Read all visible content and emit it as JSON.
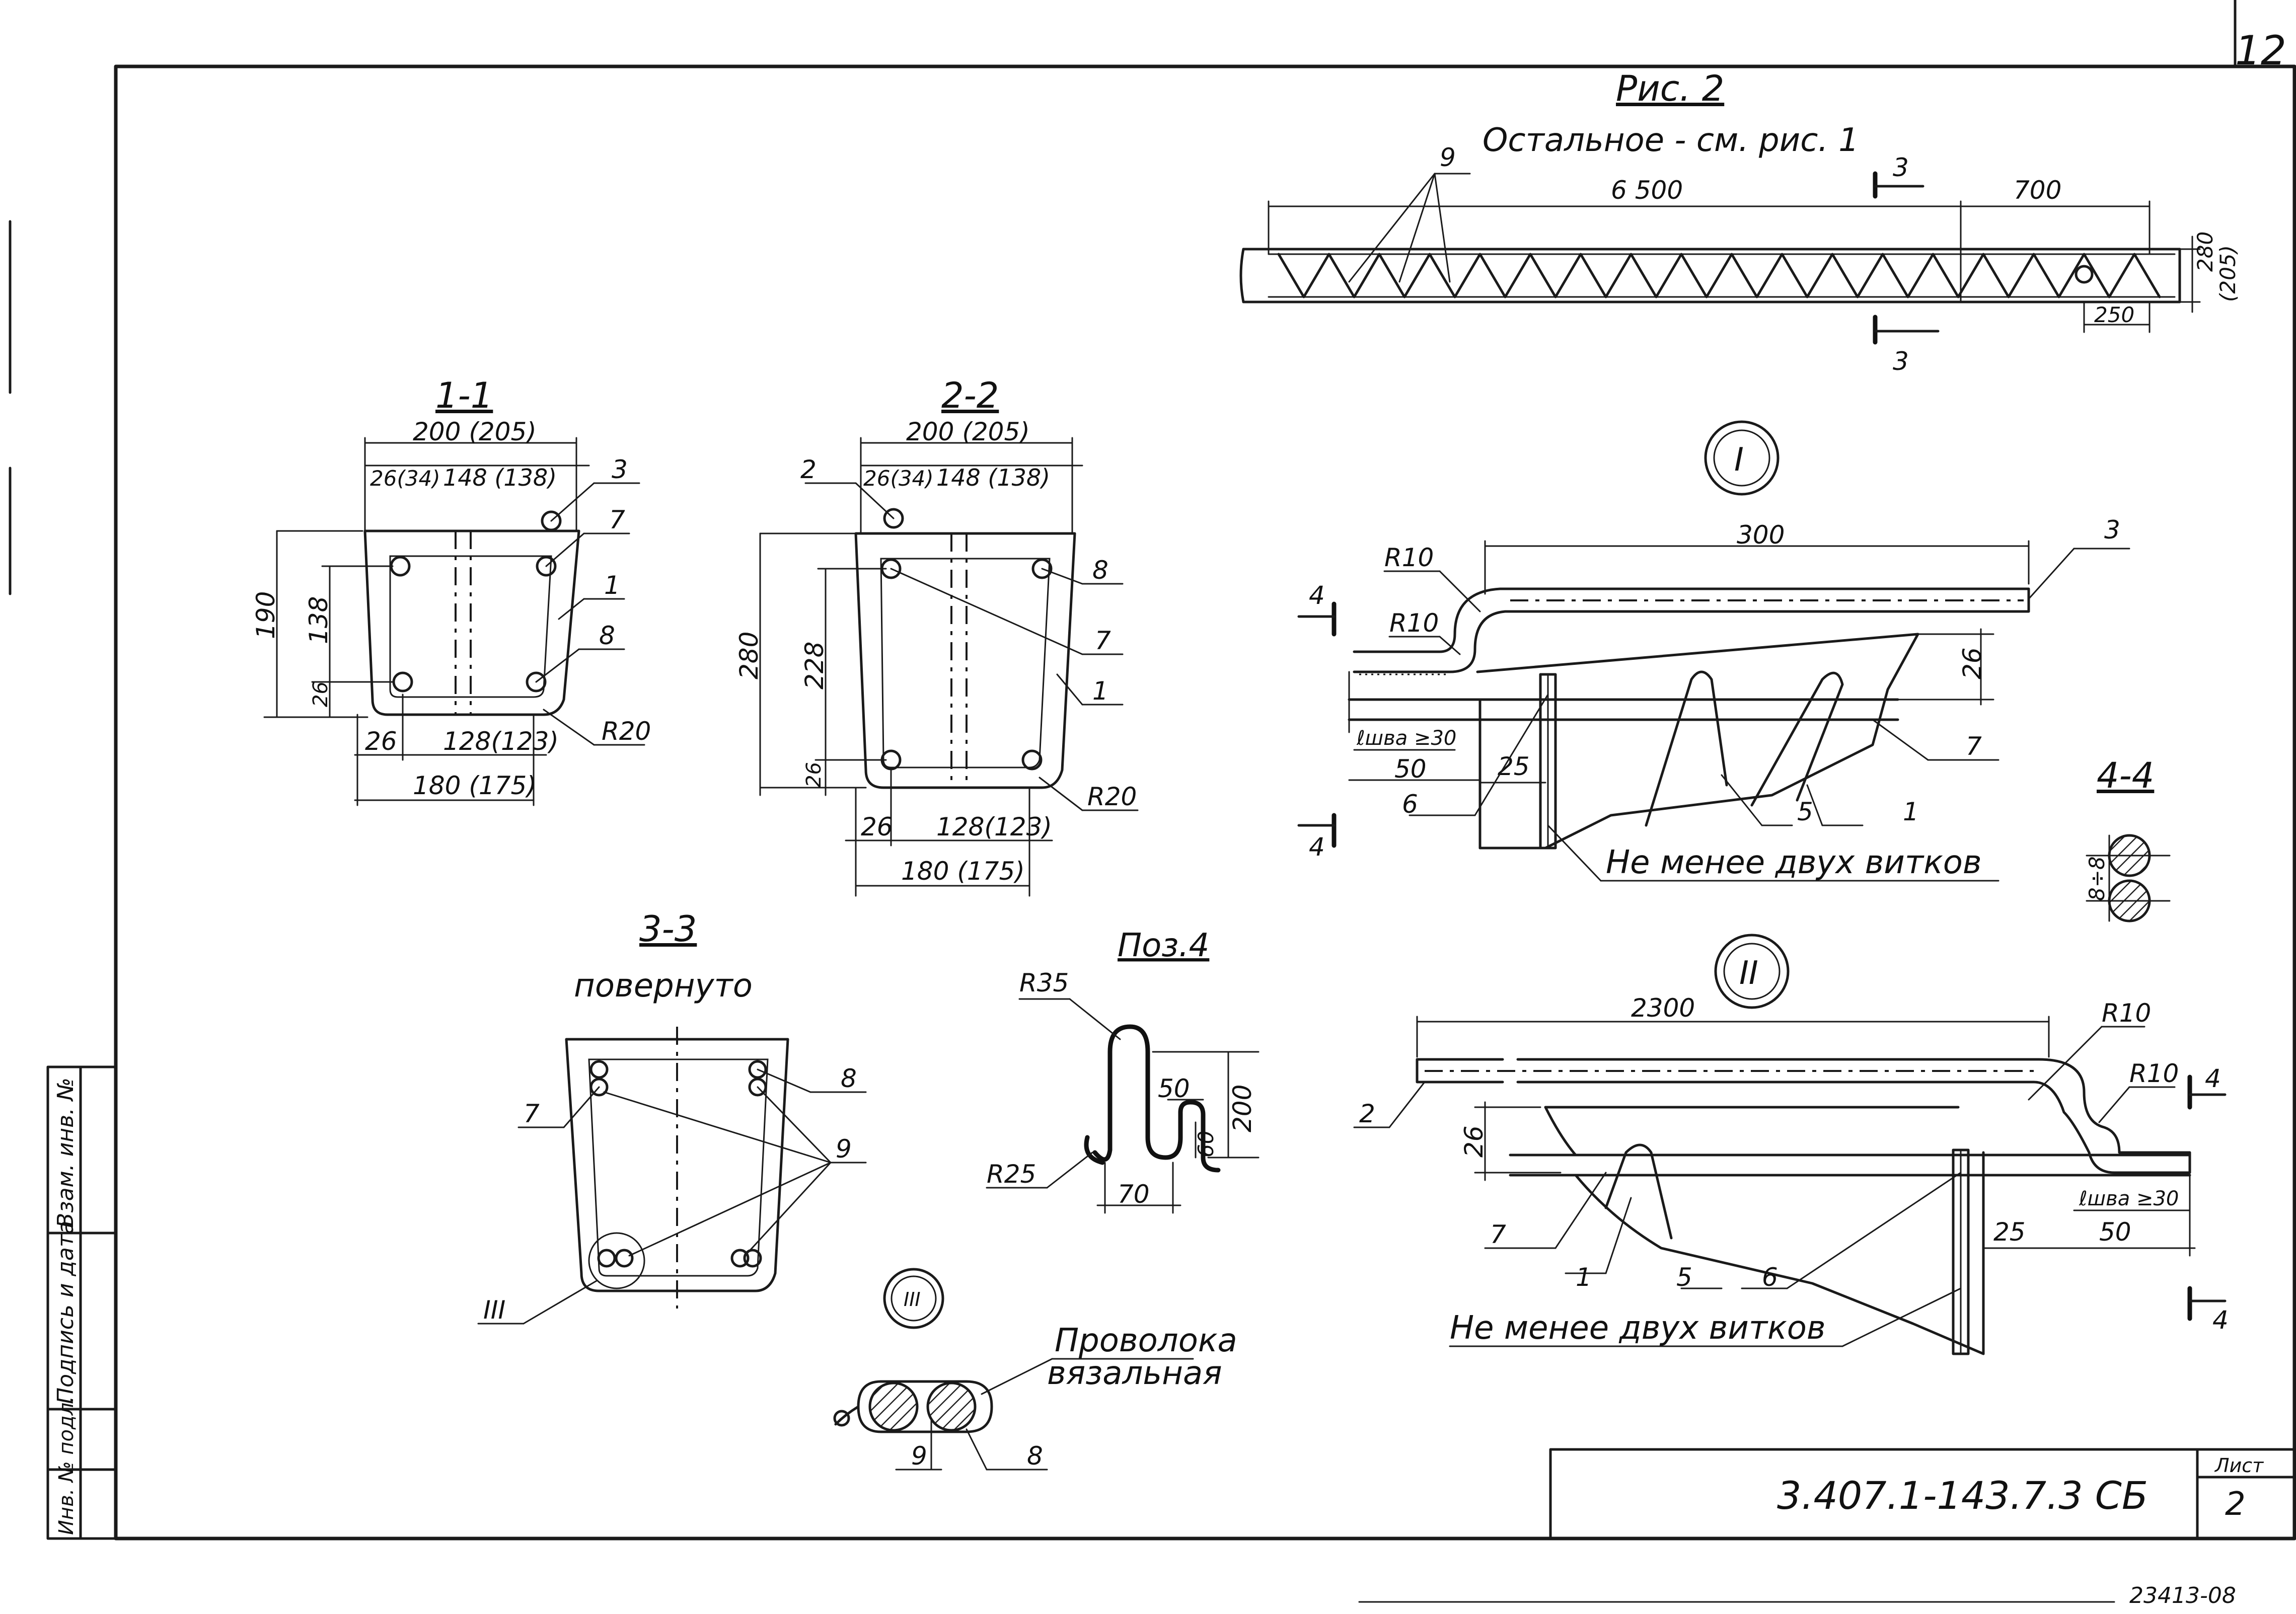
{
  "sheet_corner_number": "12",
  "archive_number": "23413-08",
  "title_block": {
    "designation": "3.407.1-143.7.3 СБ",
    "sheet_label": "Лист",
    "sheet_number": "2"
  },
  "margin_strip": {
    "inv_podl": "Инв. № подл.",
    "podpis_data": "Подпись и дата",
    "vzam_inv": "Взам. инв. №"
  },
  "fig2": {
    "title": "Рис. 2",
    "subtitle": "Остальное - см. рис. 1",
    "dim_length": "6 500",
    "dim_end": "700",
    "dim_height": "280",
    "dim_height_alt": "(205)",
    "dim_250": "250",
    "section_mark": "3",
    "pos_9": "9"
  },
  "section_1_1": {
    "title": "1-1",
    "dim_top": "200 (205)",
    "dim_26_34": "26(34)",
    "dim_148": "148 (138)",
    "dim_190": "190",
    "dim_138": "138",
    "dim_26_left": "26",
    "dim_26_bottom": "26",
    "dim_128": "128(123)",
    "dim_180": "180 (175)",
    "radius": "R20",
    "pos_3": "3",
    "pos_7": "7",
    "pos_1": "1",
    "pos_8": "8"
  },
  "section_2_2": {
    "title": "2-2",
    "dim_top": "200 (205)",
    "dim_26_34": "26(34)",
    "dim_148": "148 (138)",
    "dim_280": "280",
    "dim_228": "228",
    "dim_26_left": "26",
    "dim_26_bottom": "26",
    "dim_128": "128(123)",
    "dim_180": "180 (175)",
    "radius": "R20",
    "pos_2": "2",
    "pos_8": "8",
    "pos_7": "7",
    "pos_1": "1"
  },
  "section_3_3": {
    "title": "3-3",
    "subtitle": "повернуто",
    "pos_7": "7",
    "pos_8": "8",
    "pos_9": "9",
    "node": "III"
  },
  "poz4": {
    "title": "Поз.4",
    "r35": "R35",
    "r25": "R25",
    "dim_50": "50",
    "dim_60": "60",
    "dim_70": "70",
    "dim_200": "200"
  },
  "node_III": {
    "label": "III",
    "wire": "Проволока",
    "wire2": "вязальная",
    "pos_9": "9",
    "pos_8": "8"
  },
  "node_I": {
    "label": "I",
    "dim_300": "300",
    "r10a": "R10",
    "r10b": "R10",
    "dim_26": "26",
    "weld": "ℓшва ≥30",
    "dim_50": "50",
    "dim_25": "25",
    "sec_4": "4",
    "pos_3": "3",
    "pos_7": "7",
    "pos_6": "6",
    "pos_5": "5",
    "pos_1": "1",
    "note": "Не менее двух витков"
  },
  "section_4_4": {
    "title": "4-4",
    "dim": "8÷8"
  },
  "node_II": {
    "label": "II",
    "dim_2300": "2300",
    "r10a": "R10",
    "r10b": "R10",
    "dim_26": "26",
    "weld": "ℓшва ≥30",
    "dim_25": "25",
    "dim_50": "50",
    "sec_4": "4",
    "pos_2": "2",
    "pos_7": "7",
    "pos_1": "1",
    "pos_5": "5",
    "pos_6": "6",
    "note": "Не менее двух витков"
  }
}
